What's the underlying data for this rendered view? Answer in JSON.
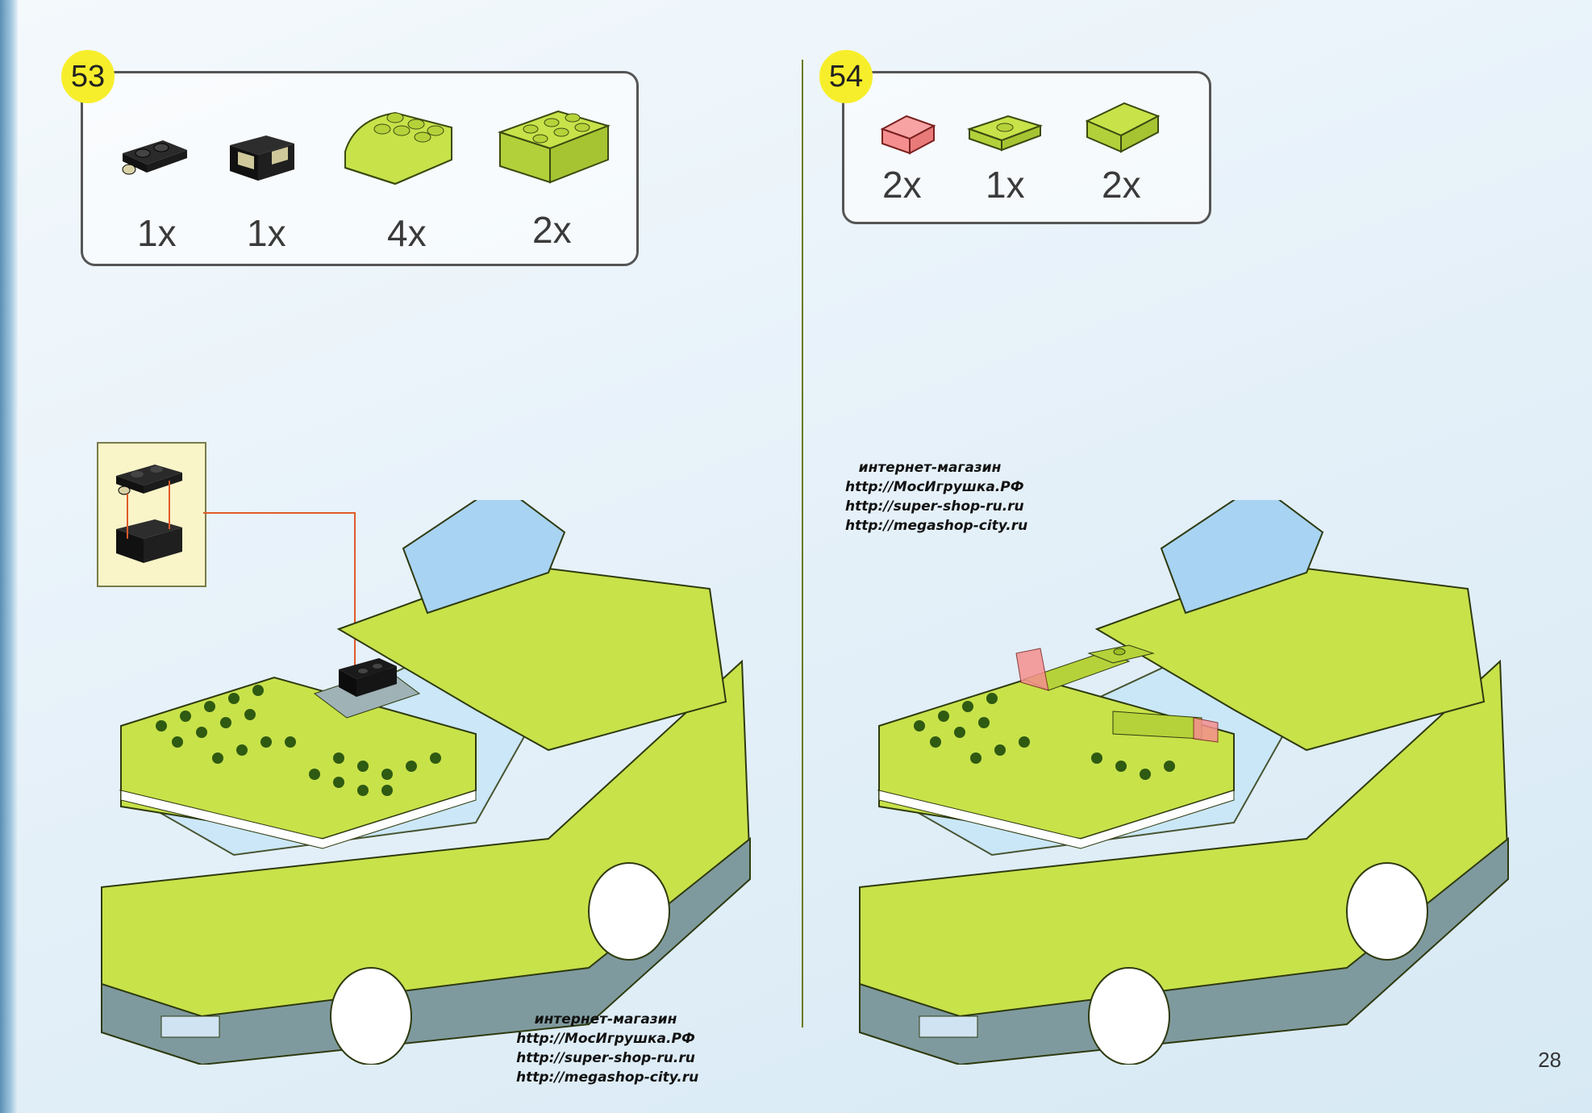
{
  "page": {
    "number": "28"
  },
  "steps": [
    {
      "number": "53",
      "parts": [
        {
          "icon": "black-plate-1x2-with-pin-icon",
          "qty": "1x"
        },
        {
          "icon": "black-bracket-icon",
          "qty": "1x"
        },
        {
          "icon": "lime-curved-slope-2x3-icon",
          "qty": "4x"
        },
        {
          "icon": "lime-brick-2x3-icon",
          "qty": "2x"
        }
      ]
    },
    {
      "number": "54",
      "parts": [
        {
          "icon": "trans-red-slope-icon",
          "qty": "2x"
        },
        {
          "icon": "lime-plate-1x2-jumper-icon",
          "qty": "1x"
        },
        {
          "icon": "lime-slope-1x2-icon",
          "qty": "2x"
        }
      ]
    }
  ],
  "watermark": {
    "lines": [
      "интернет-магазин",
      "http://МосИгрушка.РФ",
      "http://super-shop-ru.ru",
      "http://megashop-city.ru"
    ]
  },
  "colors": {
    "lime": "#c8e24a",
    "lime_dark": "#9cbc24",
    "badge": "#f7ee2b",
    "trans_red": "#f58f8f",
    "trans_blue": "#a8d3f2"
  }
}
